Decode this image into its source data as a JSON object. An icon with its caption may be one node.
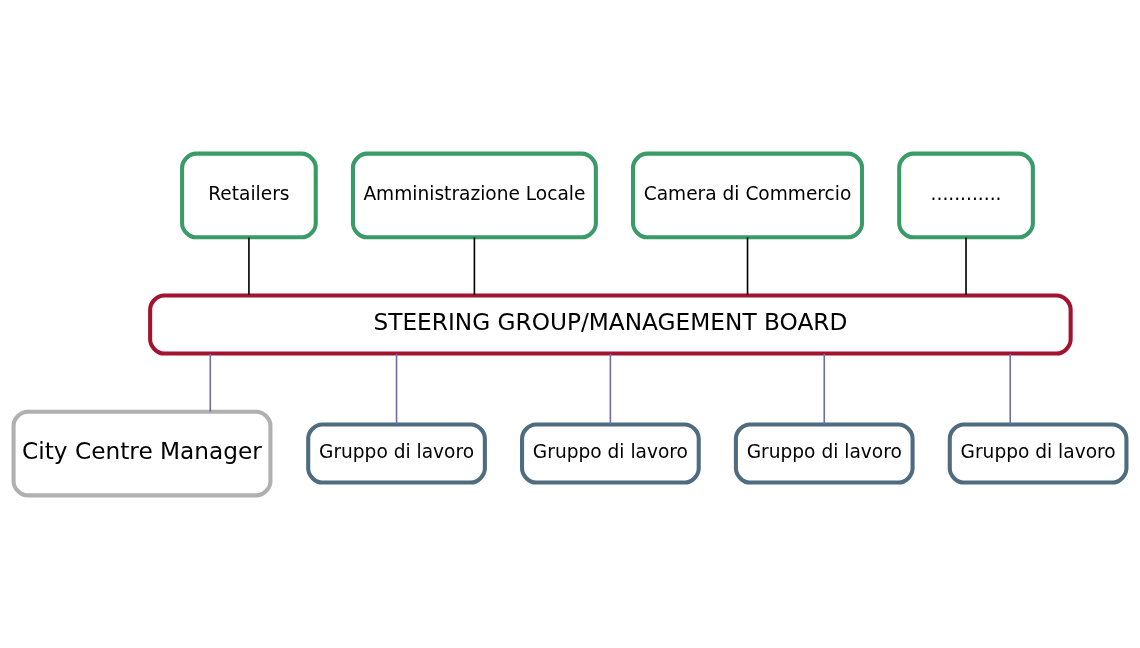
{
  "diagram": {
    "nodes": [
      {
        "text": [
          "Retailers"
        ]
      },
      {
        "text": [
          "Amministrazione Locale"
        ]
      },
      {
        "text": [
          "Camera di Commercio"
        ]
      },
      {
        "text": [
          "............"
        ]
      },
      {
        "text": [
          "STEERING GROUP/MANAGEMENT BOARD"
        ]
      },
      {
        "text": [
          "City Centre Manager"
        ]
      },
      {
        "text": [
          "Gruppo di lavoro"
        ]
      },
      {
        "text": [
          "Gruppo di lavoro"
        ]
      },
      {
        "text": [
          "Gruppo di lavoro"
        ]
      },
      {
        "text": [
          "Gruppo di lavoro"
        ]
      }
    ],
    "edges": [
      {
        "from": 0,
        "to": 4,
        "arrow": "none",
        "color": "#000000"
      },
      {
        "from": 1,
        "to": 4,
        "arrow": "none",
        "color": "#000000"
      },
      {
        "from": 2,
        "to": 4,
        "arrow": "none",
        "color": "#000000"
      },
      {
        "from": 3,
        "to": 4,
        "arrow": "none",
        "color": "#000000"
      },
      {
        "from": 4,
        "to": 5,
        "arrow": "none"
      },
      {
        "from": 4,
        "to": 6,
        "arrow": "none"
      },
      {
        "from": 4,
        "to": 7,
        "arrow": "none"
      },
      {
        "from": 4,
        "to": 8,
        "arrow": "none"
      },
      {
        "from": 4,
        "to": 9,
        "arrow": "none"
      }
    ]
  }
}
